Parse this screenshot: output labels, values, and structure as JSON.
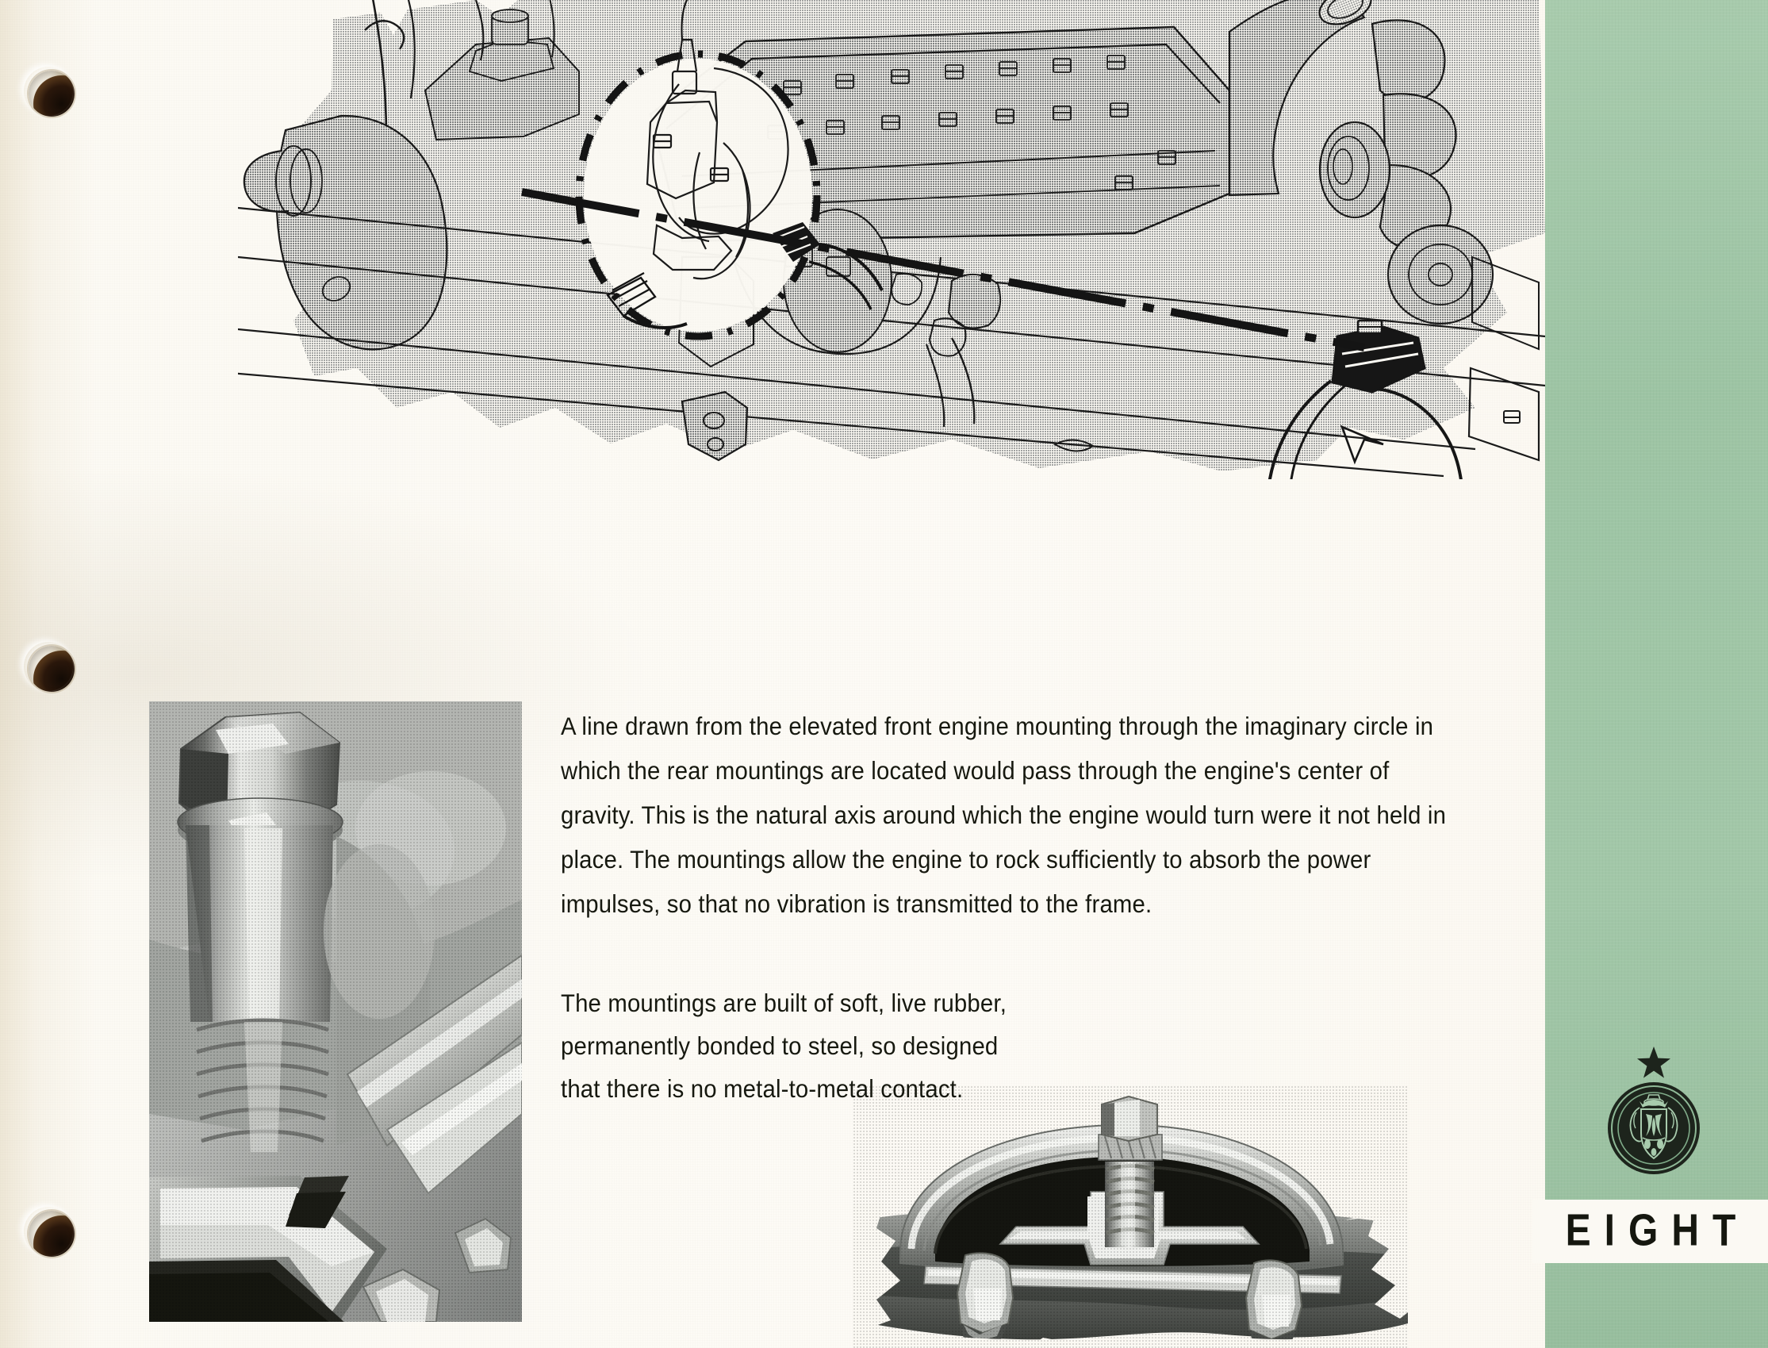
{
  "page": {
    "paper_color": "#fbf9f3",
    "accent_green": "#9dc4a4",
    "ink_color": "#16180f"
  },
  "index_tab": {
    "label": "EIGHT",
    "emblem_name": "packard-crest",
    "star_name": "star-mark",
    "band_color": "#9dc4a4"
  },
  "figure_top": {
    "name": "engine-mounting-cutaway-illustration",
    "description": "Line illustration of an eight-cylinder engine in chassis frame showing the elevated front engine mounting, the imaginary circle enclosing the rear mountings, and the dash-dot natural axis line passing through the center of gravity.",
    "annotations": {
      "imaginary_circle": "dash-dot circle around rear mounting area",
      "axis_line": "dash-dot line through engine center of gravity",
      "rear_mounting": "shaded rubber mounting block at right"
    }
  },
  "body": {
    "paragraph1": "A line drawn from the elevated front engine mounting through the imaginary circle in which the rear mountings are located would pass through the engine's center of gravity.  This is the natural axis around which the engine would turn were it not held in place.  The mountings allow the engine to rock sufficiently to absorb the power impulses, so that no vibration is transmitted to the frame.",
    "paragraph2_lines": [
      "The mountings are built of soft, live rubber,",
      "permanently bonded to steel, so designed",
      "that there is  no  metal-to-metal  contact."
    ]
  },
  "photo_left": {
    "name": "engine-mounting-bolt-photograph",
    "description": "Close-up halftone photograph of the hex-head mounting stud and bracket with no metal-to-metal contact."
  },
  "photo_right": {
    "name": "rubber-mounting-cutaway-photograph",
    "description": "Cutaway photograph of the soft live rubber mounting bonded to steel, with central threaded stud and two retaining bolts."
  },
  "binding_holes": {
    "name": "binding-hole",
    "count": 3,
    "positions_y": [
      118,
      843,
      1555
    ]
  }
}
